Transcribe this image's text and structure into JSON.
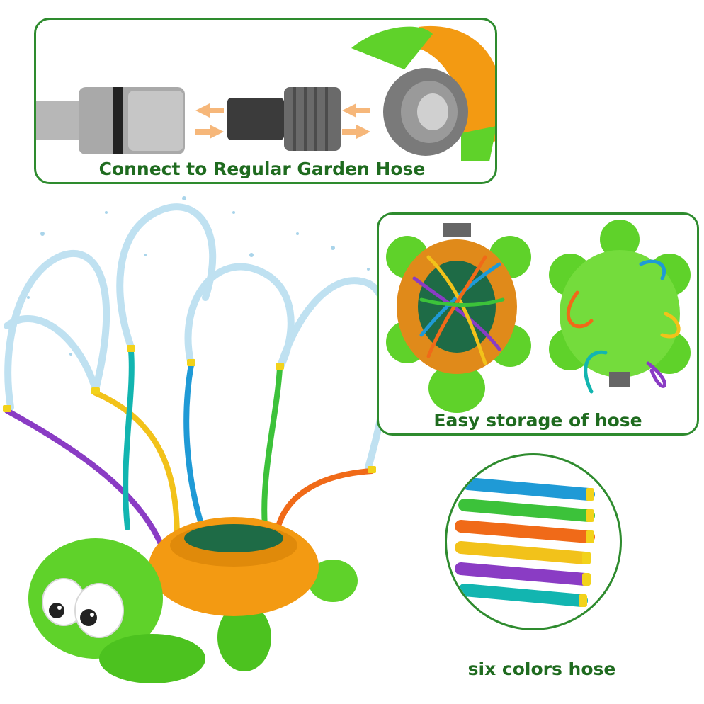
{
  "captions": {
    "hose_connect": "Connect to Regular Garden Hose",
    "storage": "Easy storage of hose",
    "colors": "six colors hose"
  },
  "colors": {
    "accent_green": "#2e8b2e",
    "caption_green": "#1f6b1f",
    "turtle_green": "#5fd22a",
    "shell_orange": "#f39a12",
    "hose_blue": "#1f9ad6",
    "hose_teal": "#12b5b0",
    "hose_yellow": "#f2c21a",
    "hose_purple": "#8a3cc4",
    "hose_orange": "#f06a18",
    "hose_green": "#3cc23a"
  },
  "icons": {
    "arrows_1": "double-arrow-left-right-icon",
    "arrows_2": "double-arrow-left-right-icon"
  }
}
